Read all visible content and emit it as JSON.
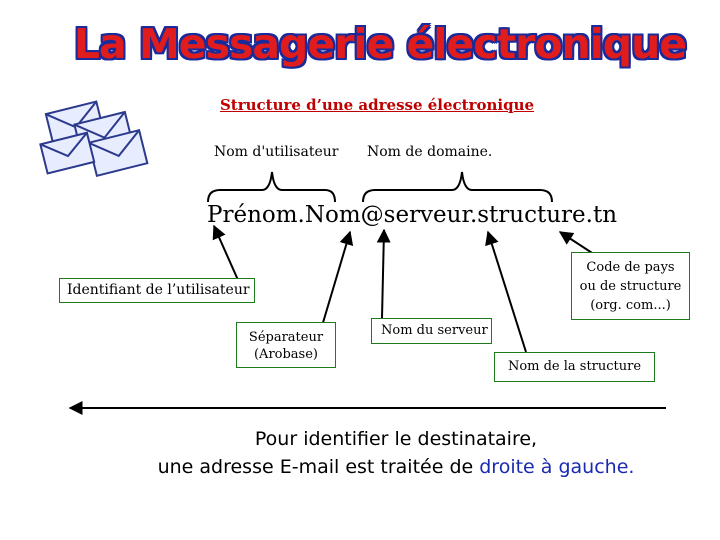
{
  "title": "La Messagerie électronique",
  "subtitle": "Structure d’une adresse électronique",
  "labels": {
    "username": "Nom d'utilisateur",
    "domain": "Nom de domaine."
  },
  "email": "Prénom.Nom@serveur.structure.tn",
  "boxes": {
    "user_id": "Identifiant de l’utilisateur",
    "separator_line1": "Séparateur",
    "separator_line2": "(Arobase)",
    "server": "Nom du serveur",
    "structure": "Nom de la structure",
    "country_line1": "Code de pays",
    "country_line2": "ou de structure",
    "country_line3": "(org. com...)"
  },
  "bottom": {
    "line1": "Pour identifier le destinataire,",
    "line2_prefix": "une adresse E-mail est traitée de ",
    "line2_highlight": "droite à gauche."
  },
  "colors": {
    "title_fill": "#e01c1c",
    "title_outline": "#1a2a9a",
    "subtitle": "#c00000",
    "box_border": "#1d7a1d",
    "highlight": "#1a2ab0"
  },
  "icons": [
    "envelopes-icon"
  ]
}
